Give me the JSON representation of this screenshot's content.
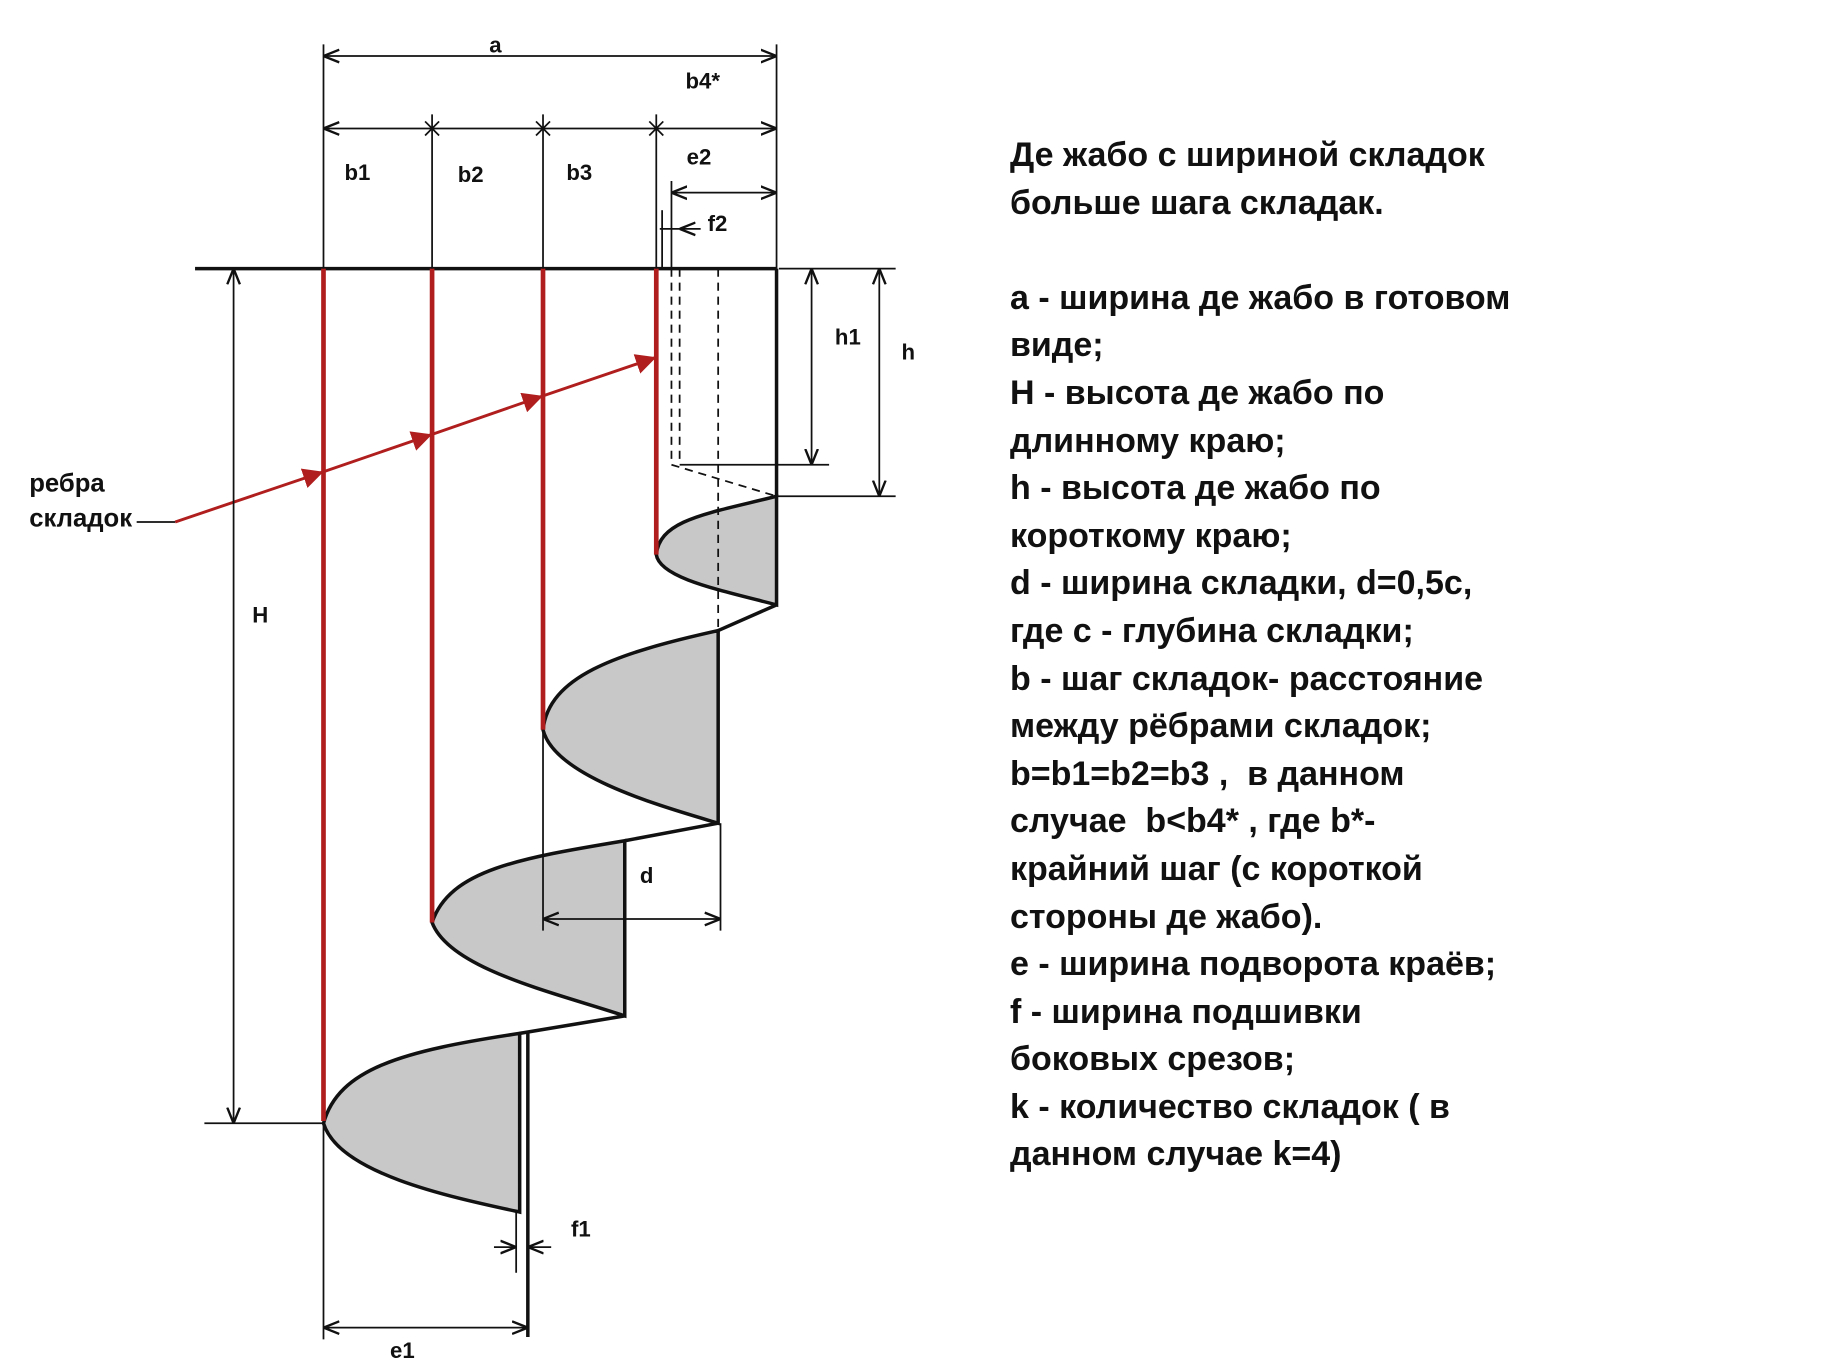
{
  "diagram": {
    "labels": {
      "a": "a",
      "b4": "b4*",
      "b1": "b1",
      "b2": "b2",
      "b3": "b3",
      "e2": "e2",
      "f2": "f2",
      "h1": "h1",
      "h": "h",
      "H": "H",
      "d": "d",
      "f1": "f1",
      "e1": "e1",
      "ribs_line1": "ребра",
      "ribs_line2": "складок"
    },
    "colors": {
      "rib": "#b01e1e",
      "fold_fill": "#c8c8c8",
      "line": "#111111"
    }
  },
  "legend": {
    "title": [
      "Де жабо с шириной складок",
      "больше шага складак."
    ],
    "lines": [
      "a - ширина де жабо в готовом",
      "виде;",
      "H - высота де жабо по",
      "длинному краю;",
      "h - высота де жабо по",
      "короткому краю;",
      "d - ширина складки, d=0,5c,",
      "где c - глубина складки;",
      "b - шаг складок- расстояние",
      "между рёбрами складок;",
      "b=b1=b2=b3 ,  в данном",
      "случае  b<b4* , где b*-",
      "крайний шаг (с короткой",
      "стороны де жабо).",
      "e - ширина подворота краёв;",
      "f - ширина подшивки",
      "боковых срезов;",
      "k - количество складок ( в",
      "данном случае k=4)"
    ]
  }
}
